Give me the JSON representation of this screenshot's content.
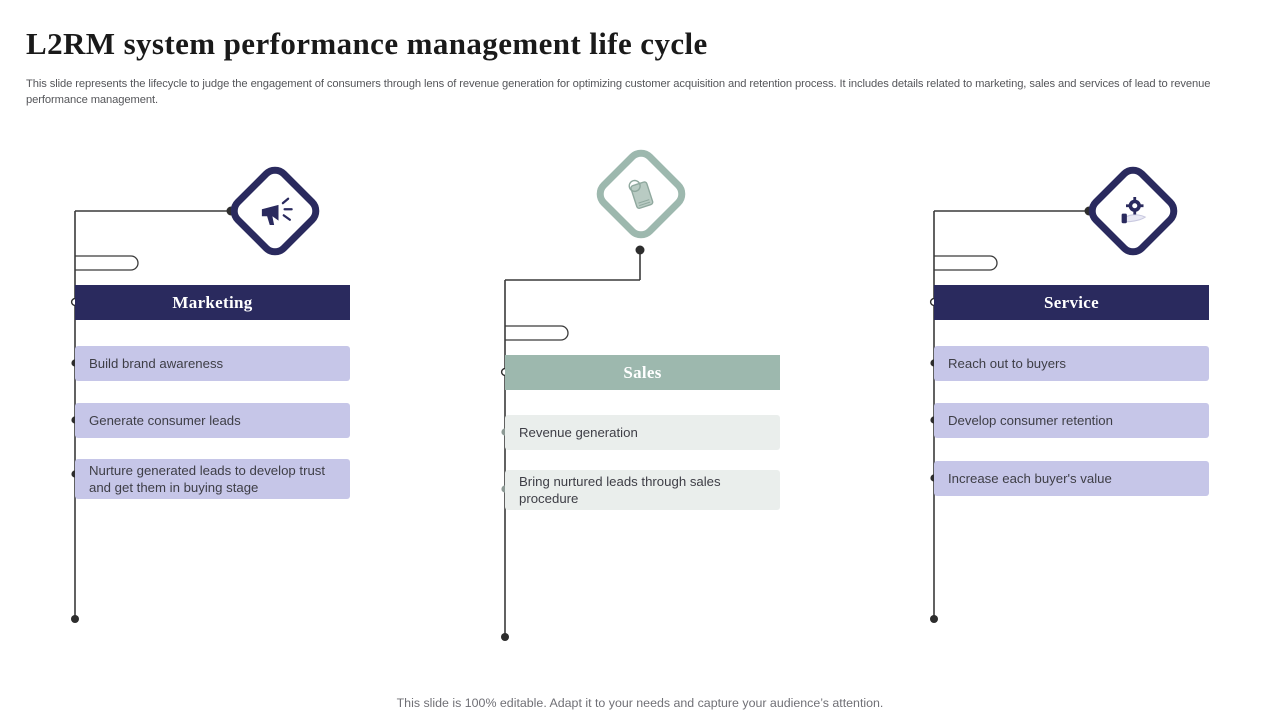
{
  "slide": {
    "title": "L2RM system performance management life cycle",
    "subtitle": "This slide represents the lifecycle to judge the engagement of consumers through lens of revenue generation for optimizing customer acquisition and retention process. It includes details related to marketing, sales and services of lead to revenue performance management.",
    "footer": "This slide is 100% editable. Adapt it to your needs and capture your audience’s attention."
  },
  "colors": {
    "navy": "#2a2a5e",
    "sage": "#9db8ae",
    "lavender": "#c6c6e8",
    "mint_gray": "#eaeeec",
    "wire": "#3a3a3a",
    "title_text": "#1a1a1a",
    "body_text": "#55565a"
  },
  "stages": [
    {
      "id": "marketing",
      "header": "Marketing",
      "icon": "megaphone-icon",
      "accent": "#2a2a5e",
      "item_fill": "#c6c6e8",
      "items": [
        {
          "text": "Build brand awareness",
          "lines": 1
        },
        {
          "text": "Generate consumer leads",
          "lines": 1
        },
        {
          "text": "Nurture generated leads to develop trust and get them in buying stage",
          "lines": 2
        }
      ]
    },
    {
      "id": "sales",
      "header": "Sales",
      "icon": "price-tag-icon",
      "accent": "#9db8ae",
      "item_fill": "#eaeeec",
      "items": [
        {
          "text": "Revenue generation",
          "lines": 1
        },
        {
          "text": "Bring nurtured leads through sales procedure",
          "lines": 2
        }
      ]
    },
    {
      "id": "service",
      "header": "Service",
      "icon": "gear-service-icon",
      "accent": "#2a2a5e",
      "item_fill": "#c6c6e8",
      "items": [
        {
          "text": "Reach out to buyers",
          "lines": 1
        },
        {
          "text": "Develop consumer retention",
          "lines": 1
        },
        {
          "text": "Increase each buyer's value",
          "lines": 1
        }
      ]
    }
  ]
}
